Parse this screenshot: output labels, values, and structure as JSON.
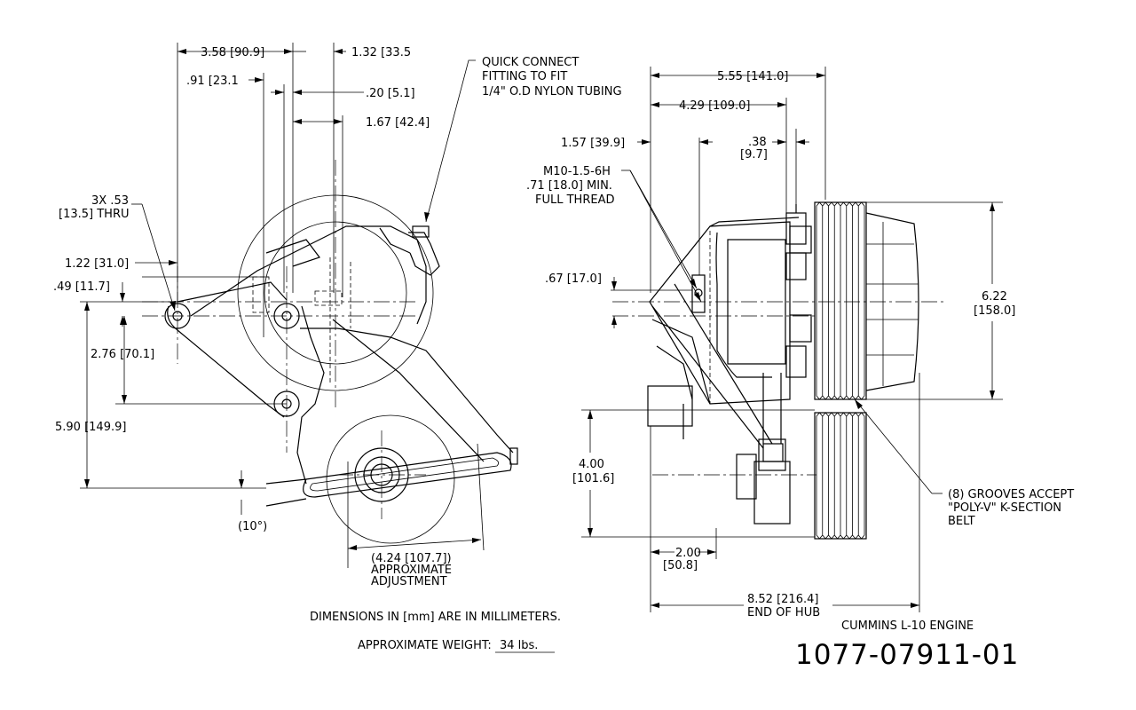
{
  "left_view": {
    "dim_358": "3.58 [90.9]",
    "dim_132": "1.32 [33.5",
    "dim_091": ".91 [23.1",
    "dim_020": ".20 [5.1]",
    "dim_167": "1.67 [42.4]",
    "holes_line1": "3X .53",
    "holes_line2": "[13.5] THRU",
    "dim_122": "1.22 [31.0]",
    "dim_049": ".49 [11.7]",
    "dim_276": "2.76 [70.1]",
    "dim_590": "5.90 [149.9]",
    "angle": "(10°)",
    "adj_line1": "(4.24 [107.7])",
    "adj_line2": "APPROXIMATE",
    "adj_line3": "ADJUSTMENT",
    "quick_line1": "QUICK CONNECT",
    "quick_line2": "FITTING TO FIT",
    "quick_line3": "1/4\" O.D NYLON TUBING"
  },
  "right_view": {
    "dim_555": "5.55 [141.0]",
    "dim_429": "4.29 [109.0]",
    "dim_157": "1.57 [39.9]",
    "dim_038_line1": ".38",
    "dim_038_line2": "[9.7]",
    "thread_line1": "M10-1.5-6H",
    "thread_line2": ".71 [18.0] MIN.",
    "thread_line3": "FULL THREAD",
    "dim_067": ".67 [17.0]",
    "dim_622_line1": "6.22",
    "dim_622_line2": "[158.0]",
    "dim_400_line1": "4.00",
    "dim_400_line2": "[101.6]",
    "dim_200_line1": "2.00",
    "dim_200_line2": "[50.8]",
    "dim_852_line1": "8.52 [216.4]",
    "dim_852_line2": "END OF HUB",
    "grooves_line1": "(8) GROOVES ACCEPT",
    "grooves_line2": "\"POLY-V\" K-SECTION",
    "grooves_line3": "BELT"
  },
  "notes": {
    "units": "DIMENSIONS IN [mm] ARE IN MILLIMETERS.",
    "weight_label": "APPROXIMATE WEIGHT:",
    "weight_value": "34 lbs.",
    "engine": "CUMMINS L-10 ENGINE",
    "part_number": "1077-07911-01"
  }
}
